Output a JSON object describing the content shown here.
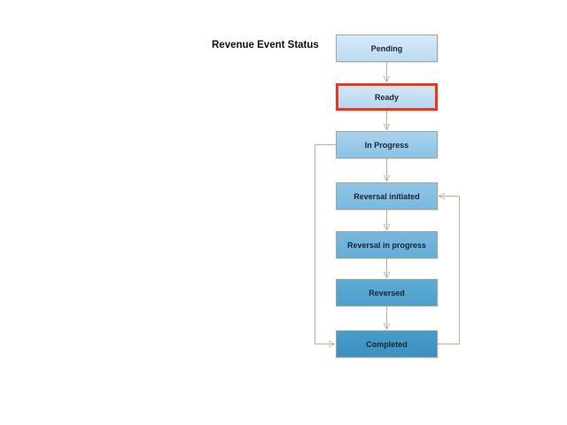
{
  "diagram": {
    "title": "Revenue Event Status",
    "nodes": [
      {
        "id": "pending",
        "label": "Pending",
        "highlighted": false
      },
      {
        "id": "ready",
        "label": "Ready",
        "highlighted": true
      },
      {
        "id": "in-progress",
        "label": "In Progress",
        "highlighted": false
      },
      {
        "id": "reversal-initiated",
        "label": "Reversal initiated",
        "highlighted": false
      },
      {
        "id": "reversal-in-progress",
        "label": "Reversal in progress",
        "highlighted": false
      },
      {
        "id": "reversed",
        "label": "Reversed",
        "highlighted": false
      },
      {
        "id": "completed",
        "label": "Completed",
        "highlighted": false
      }
    ],
    "edges": [
      {
        "from": "Pending",
        "to": "Ready",
        "type": "straight-down"
      },
      {
        "from": "Ready",
        "to": "In Progress",
        "type": "straight-down"
      },
      {
        "from": "In Progress",
        "to": "Reversal initiated",
        "type": "straight-down"
      },
      {
        "from": "Reversal initiated",
        "to": "Reversal in progress",
        "type": "straight-down"
      },
      {
        "from": "Reversal in progress",
        "to": "Reversed",
        "type": "straight-down"
      },
      {
        "from": "Reversed",
        "to": "Completed",
        "type": "straight-down"
      },
      {
        "from": "In Progress",
        "to": "Completed",
        "type": "loop-left-side"
      },
      {
        "from": "Completed",
        "to": "Reversal initiated",
        "type": "loop-right-side"
      }
    ],
    "colors": {
      "highlight_border": "#e8391b",
      "connector_line": "#b7b596",
      "arrowhead": "#8b8a52",
      "node_border": "#a2a896",
      "node_text": "#1a2430",
      "node_fills_top_to_bottom": [
        "#d7eafa",
        "#d2e7f8",
        "#a8d2ee",
        "#8fc5e8",
        "#78b8df",
        "#5dabd5",
        "#499dcb"
      ]
    }
  }
}
